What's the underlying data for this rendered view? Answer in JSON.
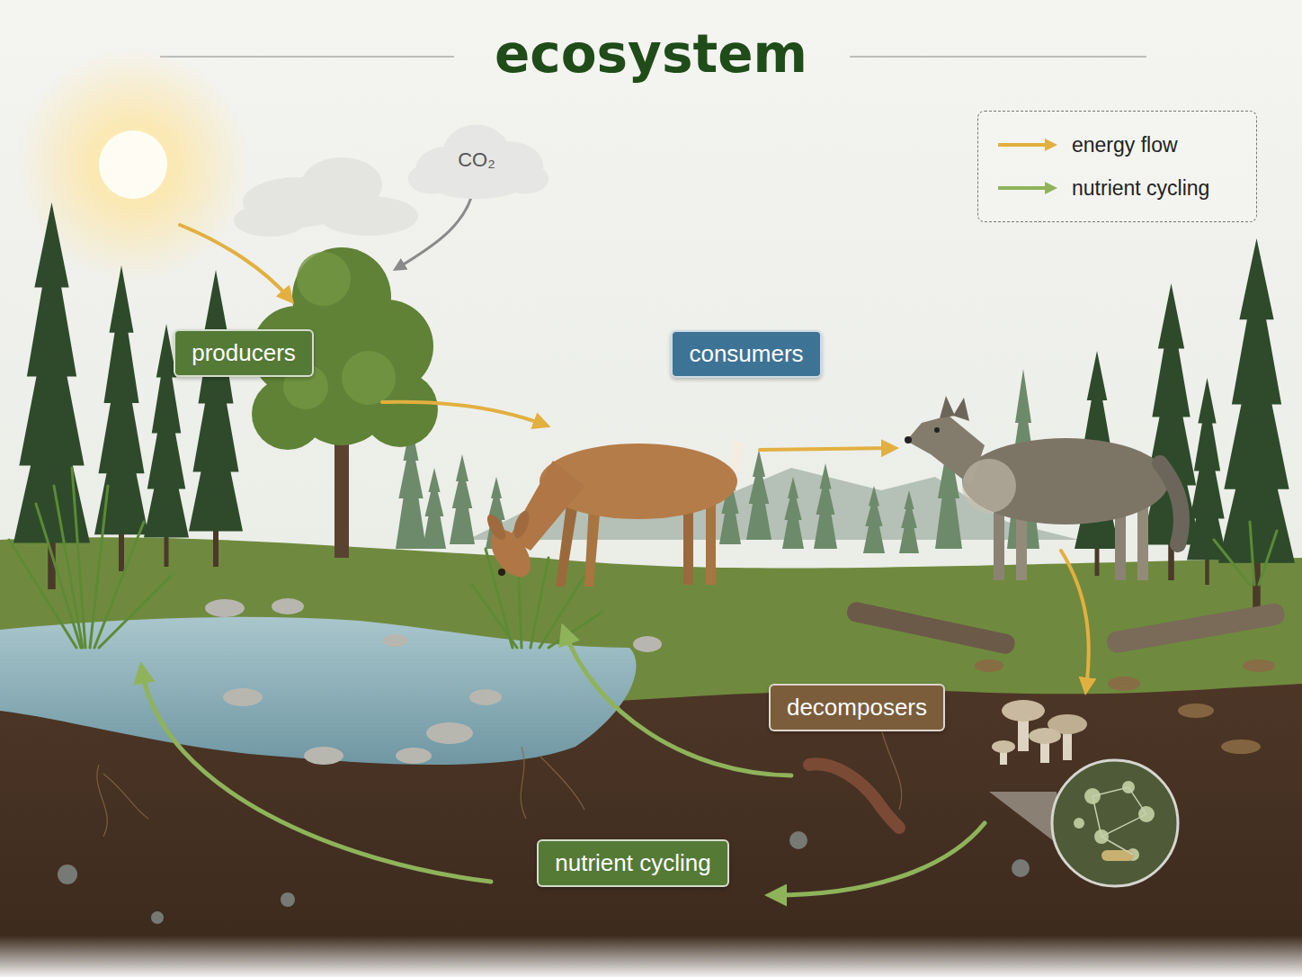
{
  "diagram": {
    "title": "ecosystem",
    "nodes": [
      {
        "text": [
          "CO₂"
        ]
      },
      {
        "text": [
          "producers"
        ]
      },
      {
        "text": [
          "consumers"
        ]
      },
      {
        "text": [
          "decomposers"
        ]
      },
      {
        "text": [
          "nutrient cycling"
        ]
      }
    ],
    "legend": [
      {
        "text": "energy flow"
      },
      {
        "text": "nutrient cycling"
      }
    ]
  }
}
